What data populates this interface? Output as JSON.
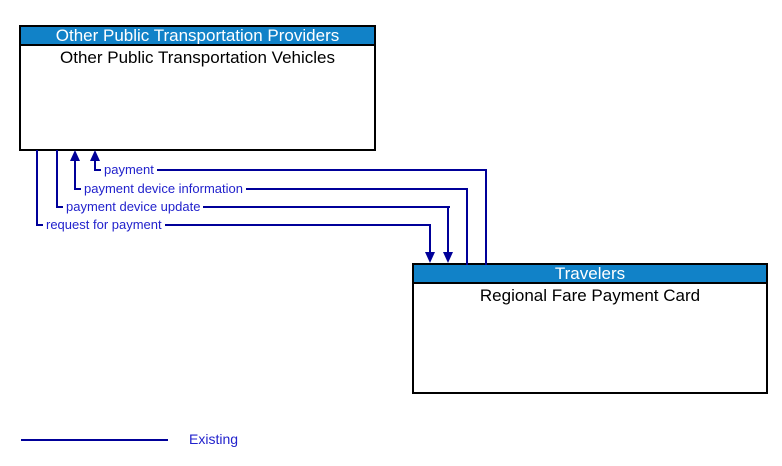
{
  "entities": {
    "provider": {
      "header": "Other Public Transportation Providers",
      "body": "Other Public Transportation Vehicles"
    },
    "traveler": {
      "header": "Travelers",
      "body": "Regional Fare Payment Card"
    }
  },
  "flows": [
    {
      "label": "payment",
      "from": "Regional Fare Payment Card",
      "to": "Other Public Transportation Vehicles",
      "status": "Existing"
    },
    {
      "label": "payment device information",
      "from": "Regional Fare Payment Card",
      "to": "Other Public Transportation Vehicles",
      "status": "Existing"
    },
    {
      "label": "payment device update",
      "from": "Other Public Transportation Vehicles",
      "to": "Regional Fare Payment Card",
      "status": "Existing"
    },
    {
      "label": "request for payment",
      "from": "Other Public Transportation Vehicles",
      "to": "Regional Fare Payment Card",
      "status": "Existing"
    }
  ],
  "legend": {
    "line_label": "Existing"
  },
  "colors": {
    "header_bg": "#1182C8",
    "header_text": "#FFFFFF",
    "box_border": "#000000",
    "flow_line": "#000099",
    "flow_label": "#2222CC",
    "background": "#FFFFFF"
  }
}
